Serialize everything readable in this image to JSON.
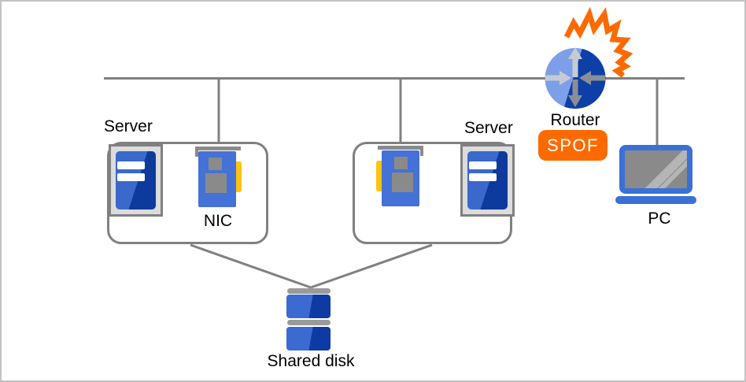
{
  "diagram": {
    "nodes": [
      {
        "id": "server-left",
        "label": "Server",
        "icon": "server-tower-icon"
      },
      {
        "id": "nic-left",
        "label": "NIC",
        "icon": "nic-card-icon"
      },
      {
        "id": "server-right",
        "label": "Server",
        "icon": "server-tower-icon"
      },
      {
        "id": "nic-right",
        "label": "",
        "icon": "nic-card-icon"
      },
      {
        "id": "router",
        "label": "Router",
        "icon": "router-icon",
        "badge": "SPOF",
        "status_icon": "explosion-icon"
      },
      {
        "id": "pc",
        "label": "PC",
        "icon": "laptop-icon"
      },
      {
        "id": "shared-disk",
        "label": "Shared disk",
        "icon": "disk-stack-icon"
      }
    ],
    "colors": {
      "accent_orange": "#ff6a00",
      "badge_text": "#ffffff",
      "device_blue_light": "#3a69cb",
      "device_blue_dark": "#0f3a9d",
      "nic_blue": "#4472d6",
      "nic_yellow": "#ffc20e",
      "router_blue_light": "#7c9fe8",
      "router_blue_dark": "#0e3fa6",
      "line_gray": "#808080"
    }
  }
}
